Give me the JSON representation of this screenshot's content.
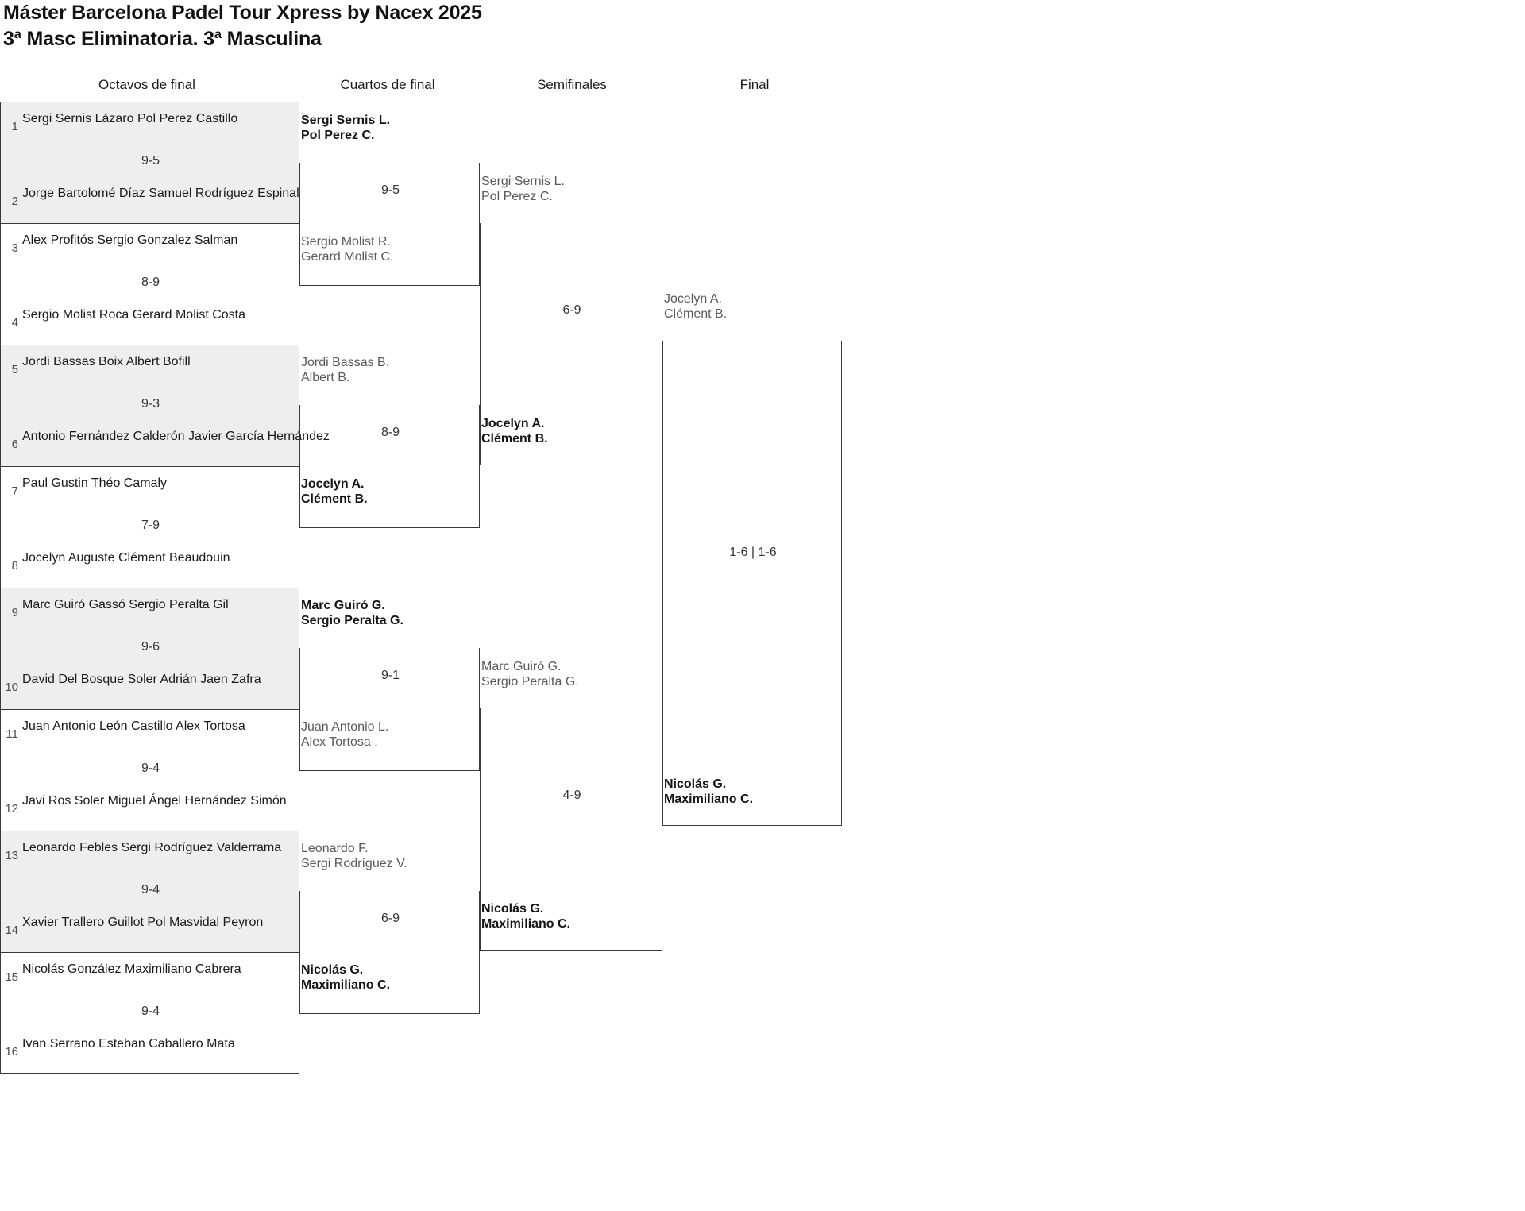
{
  "header": {
    "title_line1": "Máster Barcelona Padel Tour Xpress by Nacex 2025",
    "title_line2": "3ª Masc Eliminatoria. 3ª Masculina"
  },
  "rounds": [
    {
      "key": "r16",
      "label": "Octavos de final"
    },
    {
      "key": "qf",
      "label": "Cuartos de final"
    },
    {
      "key": "sf",
      "label": "Semifinales"
    },
    {
      "key": "f",
      "label": "Final"
    }
  ],
  "round_of_16": [
    {
      "seed_top": "1",
      "top_p1": "Sergi Sernis Lázaro",
      "top_p2": "Pol Perez Castillo",
      "top_result": "win",
      "seed_bot": "2",
      "bot_p1": "Jorge Bartolomé Díaz",
      "bot_p2": "Samuel Rodríguez Espinal",
      "bot_result": "lose",
      "score": "9-5"
    },
    {
      "seed_top": "3",
      "top_p1": "Alex Profitós",
      "top_p2": "Sergio Gonzalez Salman",
      "top_result": "lose",
      "seed_bot": "4",
      "bot_p1": "Sergio Molist Roca",
      "bot_p2": "Gerard Molist Costa",
      "bot_result": "win",
      "score": "8-9"
    },
    {
      "seed_top": "5",
      "top_p1": "Jordi Bassas Boix",
      "top_p2": "Albert Bofill",
      "top_result": "win",
      "seed_bot": "6",
      "bot_p1": "Antonio Fernández Calderón",
      "bot_p2": "Javier García Hernández",
      "bot_result": "lose",
      "score": "9-3"
    },
    {
      "seed_top": "7",
      "top_p1": "Paul Gustin",
      "top_p2": "Théo Camaly",
      "top_result": "lose",
      "seed_bot": "8",
      "bot_p1": "Jocelyn Auguste",
      "bot_p2": "Clément Beaudouin",
      "bot_result": "win",
      "score": "7-9"
    },
    {
      "seed_top": "9",
      "top_p1": "Marc Guiró Gassó",
      "top_p2": "Sergio Peralta Gil",
      "top_result": "win",
      "seed_bot": "10",
      "bot_p1": "David Del Bosque Soler",
      "bot_p2": "Adrián Jaen Zafra",
      "bot_result": "lose",
      "score": "9-6"
    },
    {
      "seed_top": "11",
      "top_p1": "Juan Antonio León Castillo",
      "top_p2": "Alex Tortosa",
      "top_result": "win",
      "seed_bot": "12",
      "bot_p1": "Javi Ros Soler",
      "bot_p2": "Miguel Ángel Hernández Simón",
      "bot_result": "lose",
      "score": "9-4"
    },
    {
      "seed_top": "13",
      "top_p1": "Leonardo Febles",
      "top_p2": "Sergi Rodríguez Valderrama",
      "top_result": "win",
      "seed_bot": "14",
      "bot_p1": "Xavier Trallero Guillot",
      "bot_p2": "Pol Masvidal Peyron",
      "bot_result": "lose",
      "score": "9-4"
    },
    {
      "seed_top": "15",
      "top_p1": "Nicolás González",
      "top_p2": "Maximiliano Cabrera",
      "top_result": "win",
      "seed_bot": "16",
      "bot_p1": "Ivan Serrano",
      "bot_p2": "Esteban Caballero Mata",
      "bot_result": "lose",
      "score": "9-4"
    }
  ],
  "quarter_finals": [
    {
      "top_p1": "Sergi Sernis L.",
      "top_p2": "Pol Perez C.",
      "top_result": "win",
      "bot_p1": "Sergio Molist R.",
      "bot_p2": "Gerard Molist C.",
      "bot_result": "lose",
      "score": "9-5"
    },
    {
      "top_p1": "Jordi Bassas B.",
      "top_p2": "Albert B.",
      "top_result": "lose",
      "bot_p1": "Jocelyn A.",
      "bot_p2": "Clément B.",
      "bot_result": "win",
      "score": "8-9"
    },
    {
      "top_p1": "Marc Guiró G.",
      "top_p2": "Sergio Peralta G.",
      "top_result": "win",
      "bot_p1": "Juan Antonio L.",
      "bot_p2": "Alex Tortosa .",
      "bot_result": "lose",
      "score": "9-1"
    },
    {
      "top_p1": "Leonardo F.",
      "top_p2": "Sergi Rodríguez V.",
      "top_result": "lose",
      "bot_p1": "Nicolás G.",
      "bot_p2": "Maximiliano C.",
      "bot_result": "win",
      "score": "6-9"
    }
  ],
  "semi_finals": [
    {
      "top_p1": "Sergi Sernis L.",
      "top_p2": "Pol Perez C.",
      "top_result": "lose",
      "bot_p1": "Jocelyn A.",
      "bot_p2": "Clément B.",
      "bot_result": "win",
      "score": "6-9"
    },
    {
      "top_p1": "Marc Guiró G.",
      "top_p2": "Sergio Peralta G.",
      "top_result": "lose",
      "bot_p1": "Nicolás G.",
      "bot_p2": "Maximiliano C.",
      "bot_result": "win",
      "score": "4-9"
    }
  ],
  "final": [
    {
      "top_p1": "Jocelyn A.",
      "top_p2": "Clément B.",
      "top_result": "lose",
      "bot_p1": "Nicolás G.",
      "bot_p2": "Maximiliano C.",
      "bot_result": "win",
      "score": "1-6 | 1-6"
    }
  ]
}
